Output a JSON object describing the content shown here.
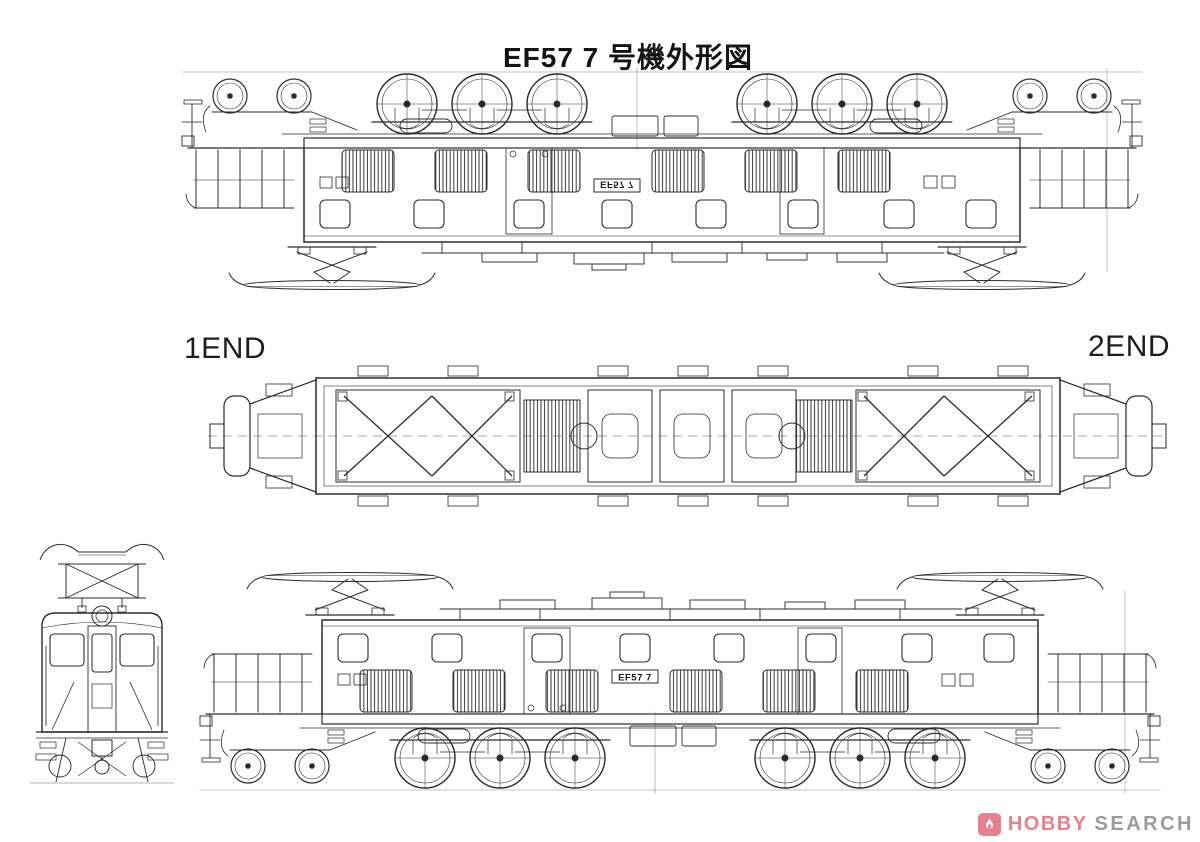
{
  "title": "EF57 7 号機外形図",
  "labels": {
    "end_left": "1END",
    "end_right": "2END"
  },
  "plate": {
    "number": "EF57 7"
  },
  "watermark": {
    "brand": "HOBBY",
    "brand2": "SEARCH",
    "icon": "flame-icon"
  },
  "colors": {
    "ink": "#2b2b2b",
    "paper": "#ffffff",
    "brand_pink": "#e8818f",
    "brand_gray": "#9b9b9b"
  }
}
